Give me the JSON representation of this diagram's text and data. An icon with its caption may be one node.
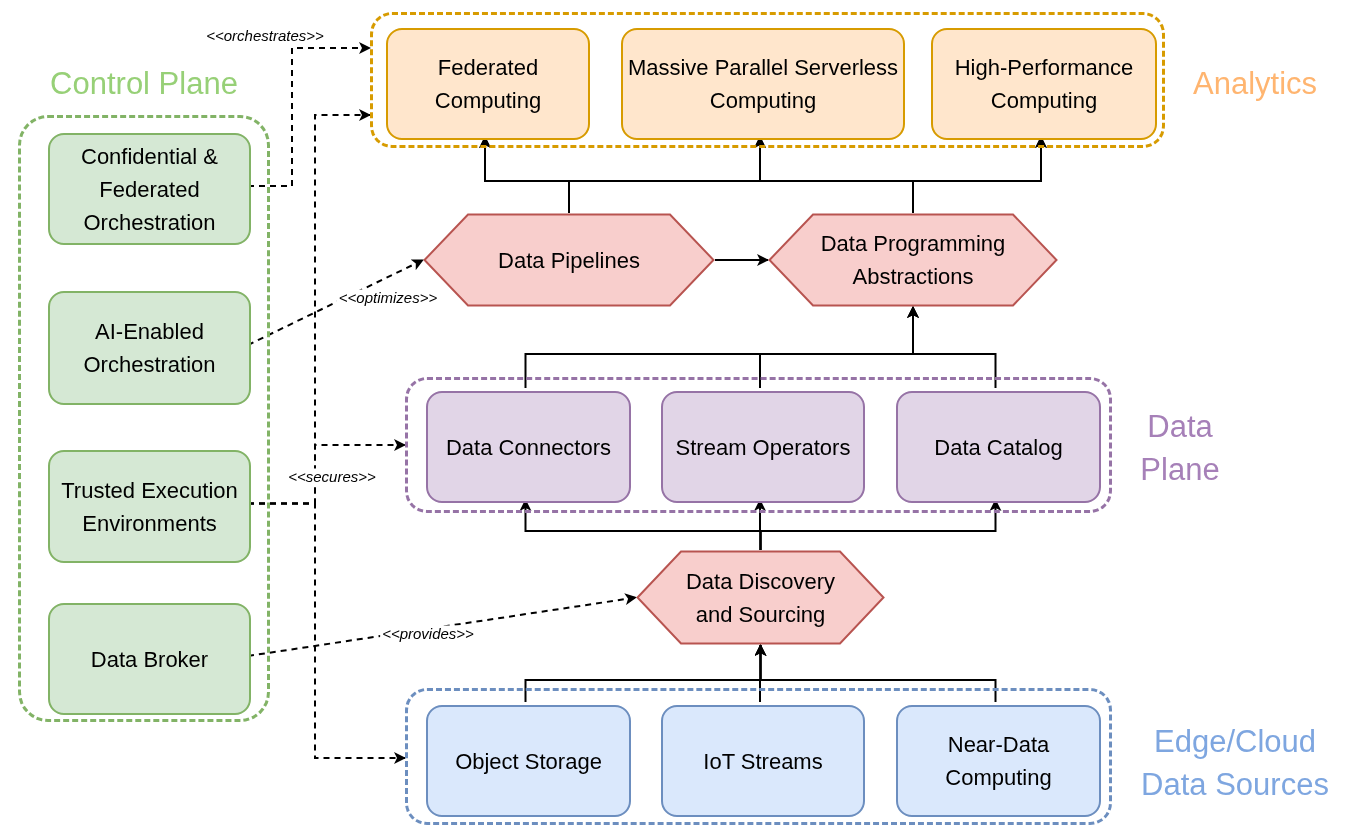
{
  "diagram": {
    "nodes": [
      {
        "text": [
          "Analytics"
        ]
      },
      {
        "text": [
          "Federated Computing"
        ],
        "in": 0
      },
      {
        "text": [
          "Massive Parallel Serverless Computing"
        ],
        "in": 0
      },
      {
        "text": [
          "High-Performance Computing"
        ],
        "in": 0
      },
      {
        "text": [
          "Data Pipelines"
        ]
      },
      {
        "text": [
          "Data Programming Abstractions"
        ]
      },
      {
        "text": [
          "Data Plane"
        ]
      },
      {
        "text": [
          "Data Connectors"
        ],
        "in": 6
      },
      {
        "text": [
          "Stream Operators"
        ],
        "in": 6
      },
      {
        "text": [
          "Data Catalog"
        ],
        "in": 6
      },
      {
        "text": [
          "Data Discovery and Sourcing"
        ]
      },
      {
        "text": [
          "Edge/Cloud Data Sources"
        ]
      },
      {
        "text": [
          "Object Storage"
        ],
        "in": 11
      },
      {
        "text": [
          "IoT Streams"
        ],
        "in": 11
      },
      {
        "text": [
          "Near-Data Computing"
        ],
        "in": 11
      },
      {
        "text": [
          "Control Plane"
        ]
      },
      {
        "text": [
          "Confidential & Federated Orchestration"
        ],
        "in": 15
      },
      {
        "text": [
          "AI-Enabled Orchestration"
        ],
        "in": 15
      },
      {
        "text": [
          "Trusted Execution Environments"
        ],
        "in": 15
      },
      {
        "text": [
          "Data Broker"
        ],
        "in": 15
      }
    ],
    "edges": [
      {
        "from": 4,
        "to": 1,
        "arrow": "to"
      },
      {
        "from": 4,
        "to": 2,
        "arrow": "to"
      },
      {
        "from": 4,
        "to": 3,
        "arrow": "to"
      },
      {
        "from": 5,
        "to": 1,
        "arrow": "to"
      },
      {
        "from": 5,
        "to": 2,
        "arrow": "to"
      },
      {
        "from": 5,
        "to": 3,
        "arrow": "to"
      },
      {
        "from": 4,
        "to": 5,
        "arrow": "to"
      },
      {
        "from": 7,
        "to": 5,
        "arrow": "to"
      },
      {
        "from": 8,
        "to": 5,
        "arrow": "to"
      },
      {
        "from": 9,
        "to": 5,
        "arrow": "to"
      },
      {
        "from": 10,
        "to": 7,
        "arrow": "to"
      },
      {
        "from": 10,
        "to": 8,
        "arrow": "to"
      },
      {
        "from": 10,
        "to": 9,
        "arrow": "to"
      },
      {
        "from": 12,
        "to": 10,
        "arrow": "to"
      },
      {
        "from": 13,
        "to": 10,
        "arrow": "to"
      },
      {
        "from": 14,
        "to": 10,
        "arrow": "to"
      },
      {
        "from": 16,
        "to": 0,
        "arrow": "to",
        "label": "<<orchestrates>>",
        "style": "dashed"
      },
      {
        "from": 17,
        "to": 4,
        "arrow": "to",
        "label": "<<optimizes>>",
        "style": "dashed"
      },
      {
        "from": 18,
        "to": 0,
        "arrow": "to",
        "style": "dashed"
      },
      {
        "from": 18,
        "to": 6,
        "arrow": "to",
        "label": "<<secures>>",
        "style": "dashed"
      },
      {
        "from": 18,
        "to": 11,
        "arrow": "to",
        "style": "dashed"
      },
      {
        "from": 19,
        "to": 10,
        "arrow": "to",
        "label": "<<provides>>",
        "style": "dashed"
      }
    ]
  }
}
